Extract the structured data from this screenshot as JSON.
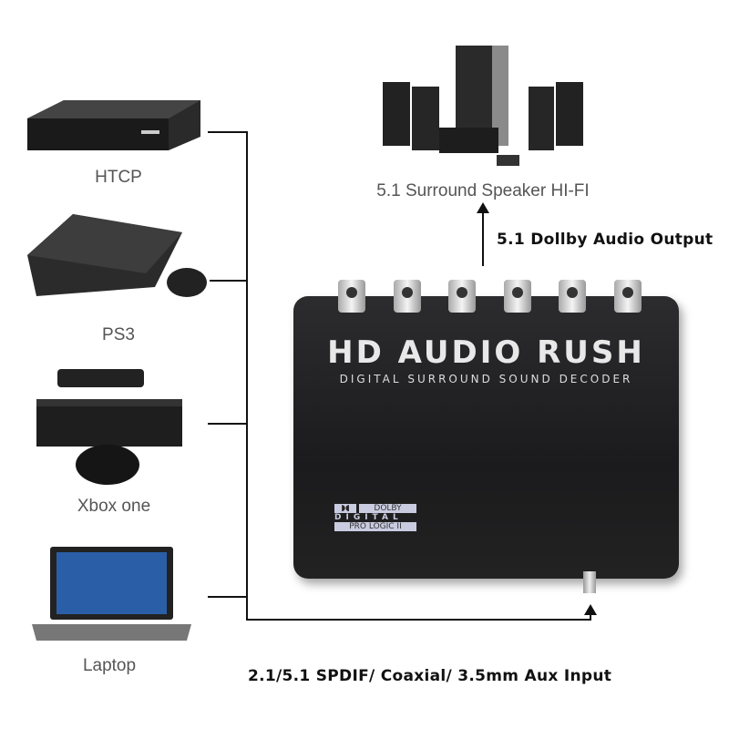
{
  "sources": [
    {
      "label": "HTCP"
    },
    {
      "label": "PS3"
    },
    {
      "label": "Xbox one"
    },
    {
      "label": "Laptop"
    }
  ],
  "speakers_label": "5.1 Surround Speaker HI-FI",
  "output_label": "5.1 Dollby Audio Output",
  "input_label": "2.1/5.1 SPDIF/ Coaxial/ 3.5mm Aux Input",
  "device": {
    "title": "HD AUDIO RUSH",
    "subtitle": "DIGITAL SURROUND SOUND DECODER",
    "logo": {
      "line1": "DOLBY",
      "line2": "DIGITAL",
      "line3": "PRO LOGIC II"
    }
  }
}
